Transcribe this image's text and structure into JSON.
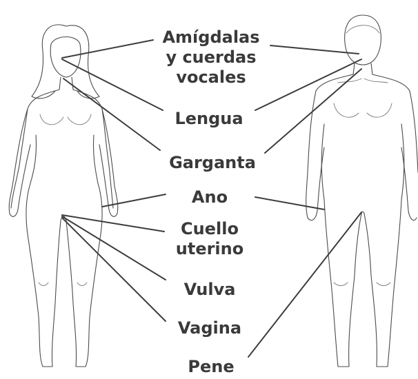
{
  "labels": {
    "tonsils_line1": "Amígdalas",
    "tonsils_line2": "y cuerdas",
    "tonsils_line3": "vocales",
    "tongue": "Lengua",
    "throat": "Garganta",
    "anus": "Ano",
    "cervix_line1": "Cuello",
    "cervix_line2": "uterino",
    "vulva": "Vulva",
    "vagina": "Vagina",
    "penis": "Pene"
  },
  "colors": {
    "text": "#3a3a3a",
    "leader": "#3c3c3c",
    "outline": "#4a4a4a",
    "background": "#ffffff"
  }
}
